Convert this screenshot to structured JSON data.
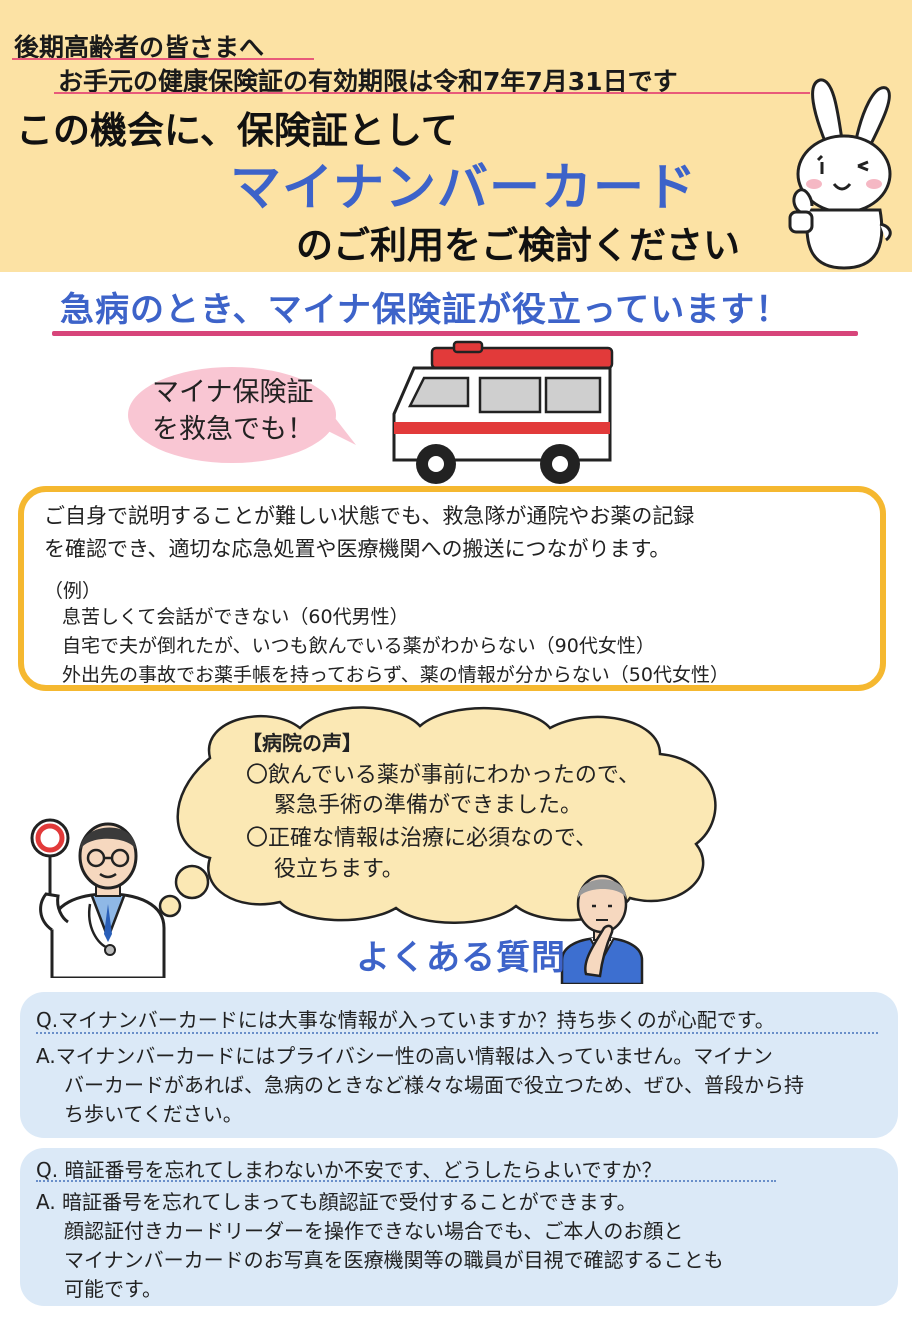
{
  "header": {
    "line1": "後期高齢者の皆さまへ",
    "line2": "お手元の健康保険証の有効期限は令和7年7月31日です",
    "line3": "この機会に、保険証として",
    "line4": "マイナンバーカード",
    "line5": "のご利用をご検討ください"
  },
  "banner": "急病のとき、マイナ保険証が役立っています！",
  "speech": {
    "line1": "マイナ保険証",
    "line2": "を救急でも！"
  },
  "info": {
    "line1": "ご自身で説明することが難しい状態でも、救急隊が通院やお薬の記録",
    "line2": "を確認でき、適切な応急処置や医療機関への搬送につながります。",
    "example_label": "（例）",
    "examples": [
      "息苦しくて会話ができない（60代男性）",
      "自宅で夫が倒れたが、いつも飲んでいる薬がわからない（90代女性）",
      "外出先の事故でお薬手帳を持っておらず、薬の情報が分からない（50代女性）"
    ]
  },
  "hospital_voice": {
    "title": "【病院の声】",
    "lines": [
      "〇飲んでいる薬が事前にわかったので、",
      "緊急手術の準備ができました。",
      "〇正確な情報は治療に必須なので、",
      "役立ちます。"
    ]
  },
  "faq": {
    "title": "よくある質問",
    "items": [
      {
        "q": "Q.マイナンバーカードには大事な情報が入っていますか？持ち歩くのが心配です。",
        "a": [
          "A.マイナンバーカードにはプライバシー性の高い情報は入っていません。マイナン",
          "バーカードがあれば、急病のときなど様々な場面で役立つため、ぜひ、普段から持",
          "ち歩いてください。"
        ]
      },
      {
        "q": "Q. 暗証番号を忘れてしまわないか不安です、どうしたらよいですか？",
        "a": [
          "A. 暗証番号を忘れてしまっても顔認証で受付することができます。",
          "顔認証付きカードリーダーを操作できない場合でも、ご本人のお顔と",
          "マイナンバーカードのお写真を医療機関等の職員が目視で確認することも",
          "可能です。"
        ]
      }
    ]
  },
  "colors": {
    "header_bg": "#fce2a4",
    "accent_blue": "#3d63c9",
    "accent_pink": "#d7457a",
    "info_border": "#f5b830",
    "faq_bg": "#dbe9f7",
    "cloud_fill": "#fbe8b4"
  },
  "icons": [
    "rabbit-mascot-icon",
    "ambulance-icon",
    "doctor-icon",
    "senior-man-icon"
  ]
}
